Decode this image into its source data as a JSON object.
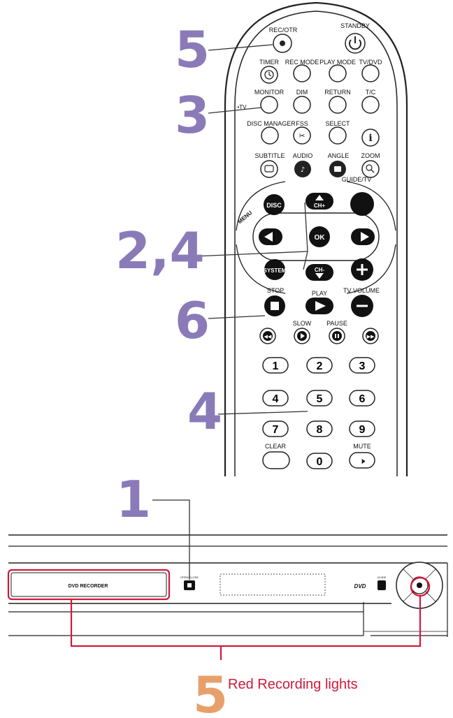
{
  "remote": {
    "buttons": {
      "rec_otr": "REC/OTR",
      "standby": "STANDBY",
      "timer": "TIMER",
      "rec_mode": "REC MODE",
      "play_mode": "PLAY MODE",
      "tv_dvd": "TV/DVD",
      "monitor": "MONITOR",
      "dim": "DIM",
      "return": "RETURN",
      "tc": "T/C",
      "tv_mark": "•TV",
      "disc_manager": "DISC MANAGER",
      "fss": "FSS",
      "select": "SELECT",
      "subtitle": "SUBTITLE",
      "audio": "AUDIO",
      "angle": "ANGLE",
      "zoom": "ZOOM",
      "guide_tv": "GUIDE/TV",
      "menu": "MENU",
      "disc": "DISC",
      "ch_plus": "CH+",
      "ok": "OK",
      "system": "SYSTEM",
      "ch_minus": "CH-",
      "stop": "STOP",
      "play": "PLAY",
      "tv_volume": "TV VOLUME",
      "slow": "SLOW",
      "pause": "PAUSE",
      "clear": "CLEAR",
      "mute": "MUTE"
    },
    "numpad": [
      "1",
      "2",
      "3",
      "4",
      "5",
      "6",
      "7",
      "8",
      "9",
      "0"
    ]
  },
  "recorder": {
    "brand_label": "DVD RECORDER",
    "open_close": "OPEN/CLOSE",
    "dvd_logo": "DVD",
    "guide": "GUIDE"
  },
  "callouts": {
    "step_5_top": "5",
    "step_3": "3",
    "step_24": "2,4",
    "step_6": "6",
    "step_4": "4",
    "step_1": "1",
    "step_5_bottom": "5",
    "red_lights_caption": "Red Recording lights"
  },
  "colors": {
    "step_purple": "#8a7bb8",
    "step_orange": "#e8a06a",
    "highlight_red": "#d01a3a"
  }
}
